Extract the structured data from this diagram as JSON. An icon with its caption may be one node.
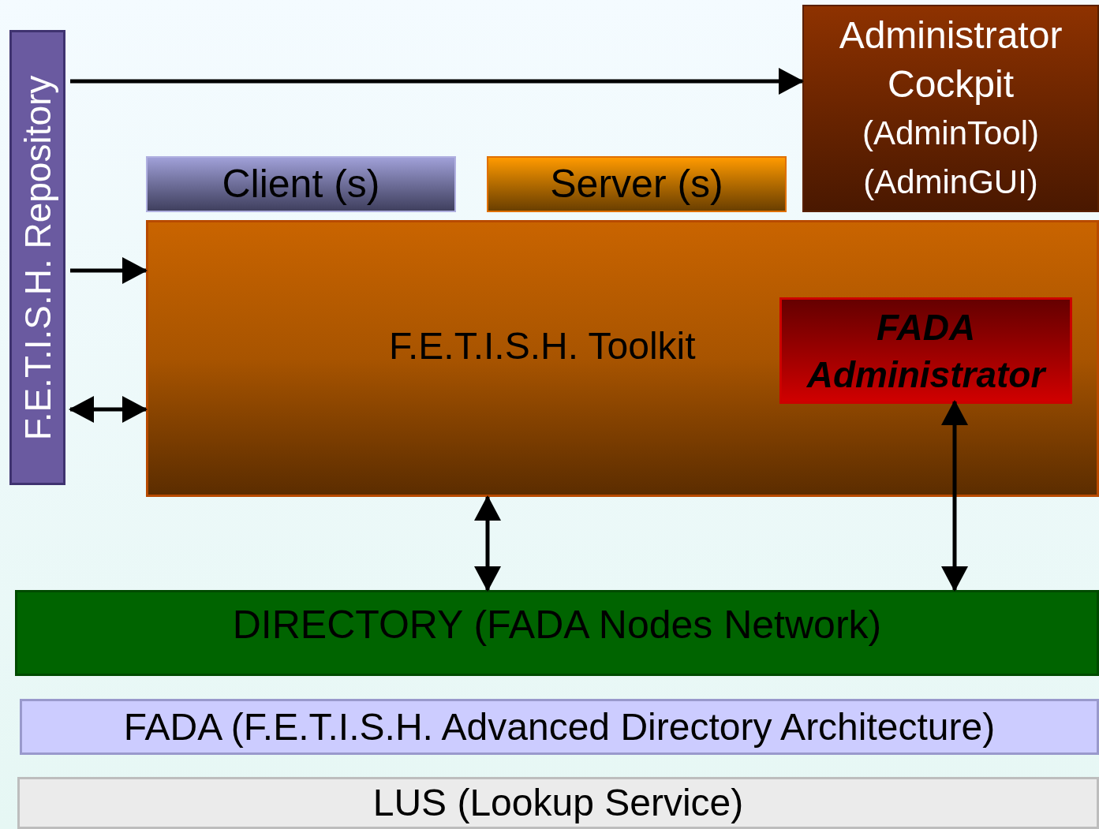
{
  "diagram": {
    "nodes": [
      {
        "text": [
          "F.E.T.I.S.H. Repository"
        ]
      },
      {
        "text": [
          "Administrator Cockpit",
          "(AdminTool)",
          "(AdminGUI)"
        ]
      },
      {
        "text": [
          "Client (s)"
        ]
      },
      {
        "text": [
          "Server (s)"
        ]
      },
      {
        "text": [
          "F.E.T.I.S.H. Toolkit"
        ]
      },
      {
        "text": [
          "FADA Administrator"
        ],
        "in": 4
      },
      {
        "text": [
          "DIRECTORY (FADA Nodes Network)"
        ]
      },
      {
        "text": [
          "FADA (F.E.T.I.S.H. Advanced Directory Architecture)"
        ]
      },
      {
        "text": [
          "LUS (Lookup Service)"
        ]
      }
    ],
    "edges": [
      {
        "from": 0,
        "to": 1,
        "arrow": "to"
      },
      {
        "from": 0,
        "to": 4,
        "arrow": "to"
      },
      {
        "from": 0,
        "to": 4,
        "arrow": "both"
      },
      {
        "from": 4,
        "to": 6,
        "arrow": "both"
      },
      {
        "from": 5,
        "to": 6,
        "arrow": "both"
      }
    ]
  }
}
